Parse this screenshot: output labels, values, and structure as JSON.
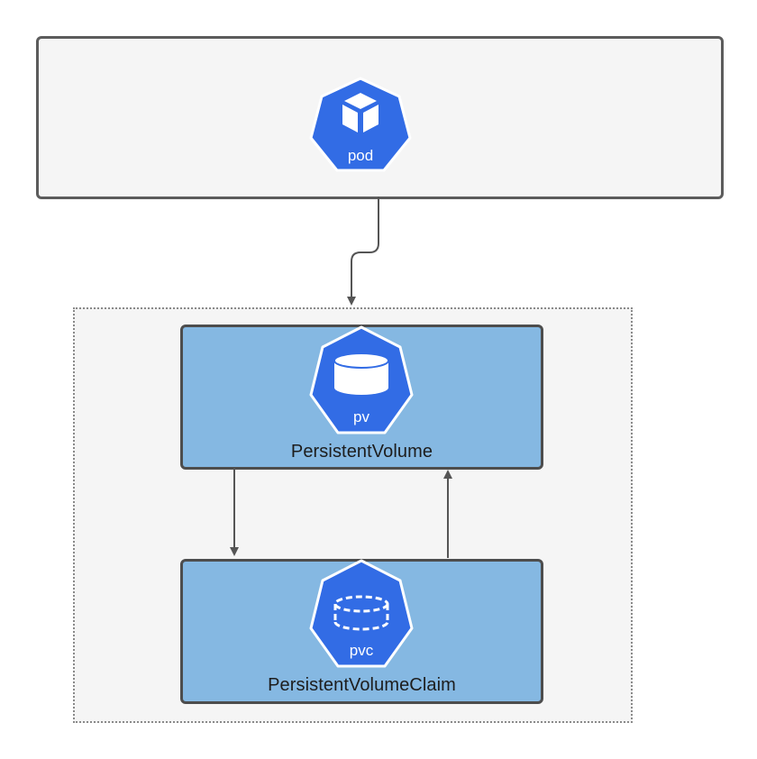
{
  "colors": {
    "k8s_blue": "#326ce5",
    "resource_fill": "#85b8e2",
    "container_fill": "#f5f5f5",
    "border": "#5c5c5c"
  },
  "pod": {
    "icon": "pod-cube-icon",
    "icon_label": "pod"
  },
  "persistent_volume": {
    "icon": "pv-disk-icon",
    "icon_label": "pv",
    "title": "PersistentVolume"
  },
  "persistent_volume_claim": {
    "icon": "pvc-dashed-disk-icon",
    "icon_label": "pvc",
    "title": "PersistentVolumeClaim"
  }
}
